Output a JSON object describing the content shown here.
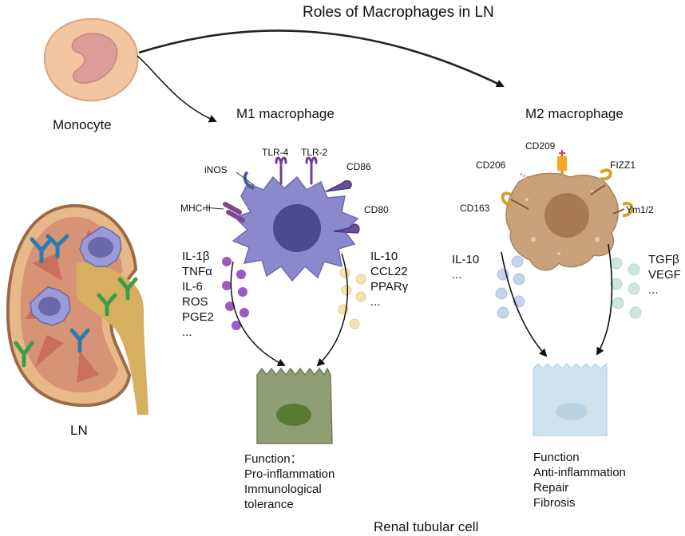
{
  "title": "Roles of Macrophages in LN",
  "monocyte_label": "Monocyte",
  "ln_label": "LN",
  "m1": {
    "title": "M1 macrophage",
    "receptors": {
      "tlr4": "TLR-4",
      "tlr2": "TLR-2",
      "inos": "iNOS",
      "cd86": "CD86",
      "mhc2": "MHC-II",
      "cd80": "CD80"
    },
    "left_factors": [
      "IL-1β",
      "TNFα",
      "IL-6",
      "ROS",
      "PGE2",
      "..."
    ],
    "right_factors": [
      "IL-10",
      "CCL22",
      "PPARγ",
      "..."
    ],
    "function_lines": [
      "Function：",
      "Pro-inflammation",
      "Immunological",
      "tolerance"
    ]
  },
  "m2": {
    "title": "M2 macrophage",
    "receptors": {
      "cd209": "CD209",
      "cd206": "CD206",
      "fizz1": "FIZZ1",
      "cd163": "CD163",
      "ym12": "Ym1/2"
    },
    "left_factors": [
      "IL-10",
      "..."
    ],
    "right_factors": [
      "TGFβ",
      "VEGF",
      "..."
    ],
    "function_lines": [
      "Function",
      "Anti-inflammation",
      "Repair",
      "Fibrosis"
    ]
  },
  "bottom_label": "Renal tubular cell",
  "colors": {
    "m1_body": "#8c88cc",
    "m1_nucleus": "#4b4a8e",
    "m1_dots": "#9a5cc0",
    "m1_dots_right": "#f3e2b4",
    "m2_body": "#c9a27c",
    "m2_nucleus": "#a77a52",
    "m2_dots_left": "#c7d3ea",
    "m2_dots_right": "#cfe6dc",
    "m1_cell": "#8f9e74",
    "m1_cell_nucleus": "#5a7a33",
    "m2_cell": "#cfe3ee",
    "m2_cell_nucleus": "#b7d2e2",
    "monocyte": "#f2c6a2",
    "monocyte_nucleus": "#d99d96"
  }
}
